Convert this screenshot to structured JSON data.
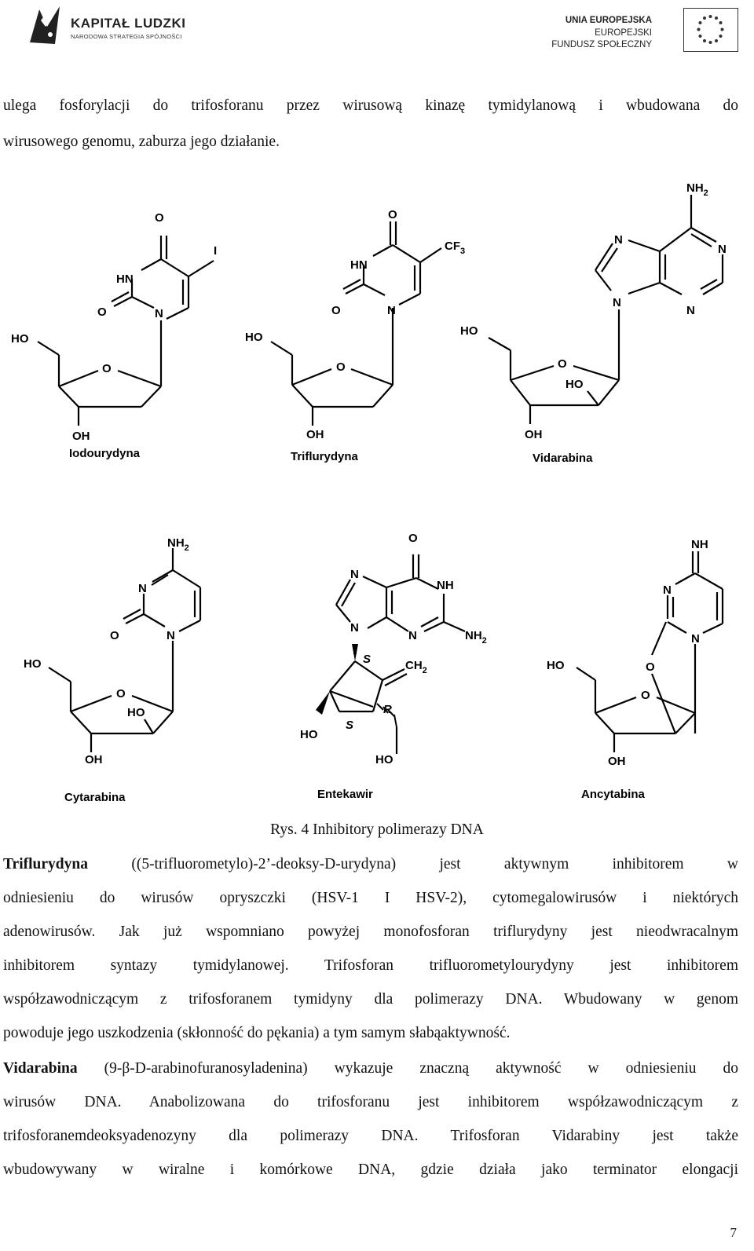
{
  "header": {
    "logo_left_title": "KAPITAŁ LUDZKI",
    "logo_left_subtitle": "NARODOWA STRATEGIA SPÓJNOŚCI",
    "logo_right_line1": "UNIA EUROPEJSKA",
    "logo_right_line2": "EUROPEJSKI",
    "logo_right_line3": "FUNDUSZ SPOŁECZNY"
  },
  "intro": {
    "line1": "ulega fosforylacji do trifosforanu przez wirusową kinazę tymidylanową i wbudowana do",
    "line2": "wirusowego genomu, zaburza jego działanie."
  },
  "figure": {
    "compounds": [
      "Iodourydyna",
      "Triflurydyna",
      "Vidarabina",
      "Cytarabina",
      "Entekawir",
      "Ancytabina"
    ],
    "atoms": {
      "O": "O",
      "HN": "HN",
      "N": "N",
      "I": "I",
      "HO": "HO",
      "OH": "OH",
      "CF": "CF",
      "three": "3",
      "NH": "NH",
      "two": "2",
      "CH": "CH",
      "S": "S",
      "R": "R"
    },
    "caption": "Rys. 4 Inhibitory polimerazy DNA"
  },
  "body": {
    "p1_bold": "Triflurydyna",
    "p1_l1_rest": " ((5-trifluorometylo)-2’-deoksy-D-urydyna) jest aktywnym inhibitorem w",
    "p1_l2": "odniesieniu do wirusów opryszczki (HSV-1 I HSV-2), cytomegalowirusów i niektórych",
    "p1_l3": "adenowirusów. Jak już wspomniano powyżej monofosforan triflurydyny jest nieodwracalnym",
    "p1_l4": "inhibitorem syntazy tymidylanowej. Trifosforan trifluorometylourydyny jest inhibitorem",
    "p1_l5": "współzawodniczącym z trifosforanem tymidyny dla polimerazy DNA. Wbudowany w genom",
    "p1_l6": "powoduje jego uszkodzenia (skłonność do pękania) a tym samym słabąaktywność.",
    "p2_bold": "Vidarabina",
    "p2_l1_rest": " (9-β-D-arabinofuranosyladenina) wykazuje znaczną aktywność w odniesieniu do",
    "p2_l2": "wirusów DNA. Anabolizowana do trifosforanu jest inhibitorem współzawodniczącym z",
    "p2_l3": "trifosforanemdeoksyadenozyny dla polimerazy DNA. Trifosforan Vidarabiny jest także",
    "p2_l4": "wbudowywany w wiralne i komórkowe DNA, gdzie działa jako terminator elongacji"
  },
  "footer": {
    "page_number": "7"
  }
}
